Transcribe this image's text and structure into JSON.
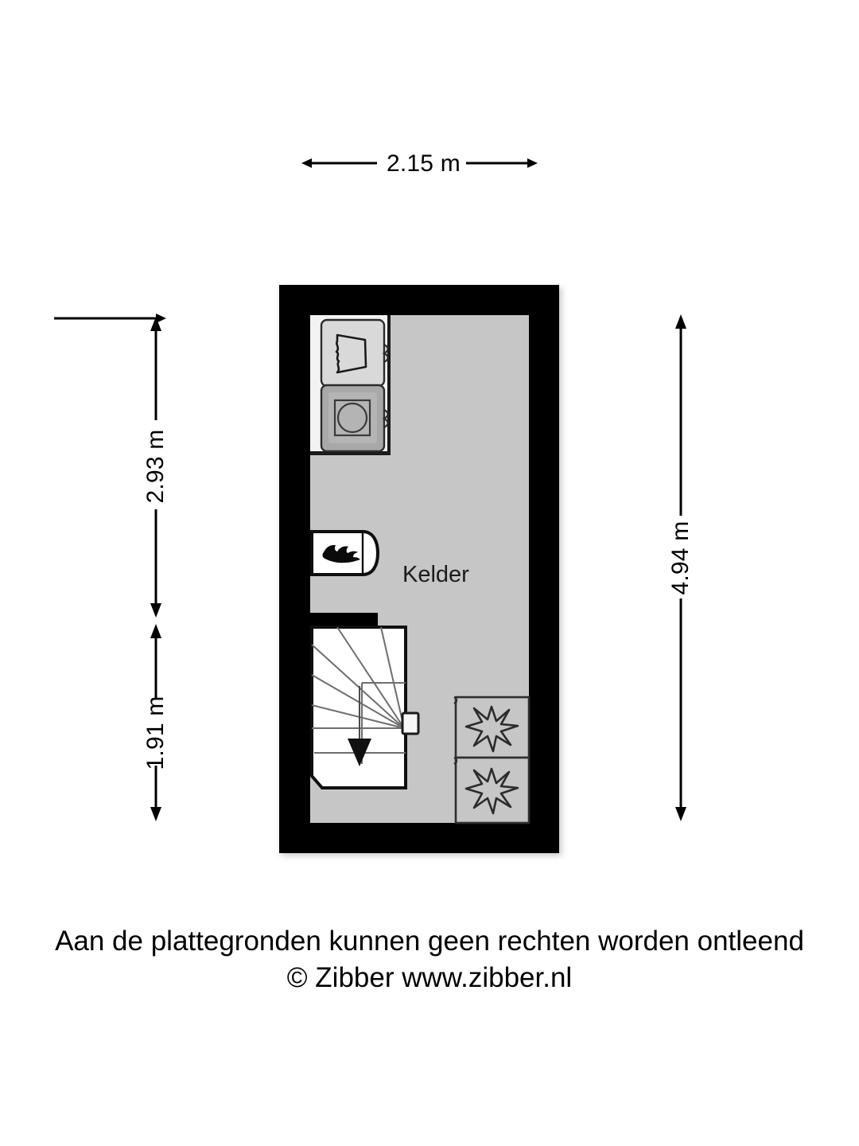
{
  "document": {
    "type": "floor-plan",
    "room_label": "Kelder",
    "background_color": "#ffffff"
  },
  "dimensions": {
    "top": {
      "value": "2.15 m",
      "orientation": "horizontal",
      "position": "top",
      "meaning": "interior width of cellar"
    },
    "left_upper": {
      "value": "2.93 m",
      "orientation": "vertical",
      "position": "left-upper",
      "meaning": "upper section depth"
    },
    "left_lower": {
      "value": "1.91 m",
      "orientation": "vertical",
      "position": "left-lower",
      "meaning": "lower section depth"
    },
    "right_total": {
      "value": "4.94 m",
      "orientation": "vertical",
      "position": "right",
      "meaning": "total depth of cellar"
    }
  },
  "rooms": [
    {
      "name": "Kelder",
      "label": "Kelder",
      "fill_color": "#c6c6c6"
    }
  ],
  "fixtures": [
    {
      "name": "washing-machine",
      "icon": "washing-machine-icon",
      "fill": "#d9d9d9"
    },
    {
      "name": "dryer",
      "icon": "dryer-drum-icon",
      "fill": "#a8a8a8"
    },
    {
      "name": "boiler",
      "icon": "flame-icon",
      "fill": "#ffffff"
    },
    {
      "name": "staircase",
      "icon": "stairs-down-icon",
      "fill": "#ffffff",
      "direction": "down"
    },
    {
      "name": "freezer-upper",
      "icon": "snowflake-icon",
      "fill": "#c6c6c6"
    },
    {
      "name": "freezer-lower",
      "icon": "snowflake-icon",
      "fill": "#c6c6c6"
    }
  ],
  "colors": {
    "wall": "#000000",
    "floor": "#c6c6c6",
    "fixture_light": "#d9d9d9",
    "fixture_mid": "#a8a8a8",
    "fixture_white": "#ffffff",
    "outline": "#2b2b2b",
    "text": "#000000"
  },
  "footer": {
    "disclaimer": "Aan de plattegronden kunnen geen rechten worden ontleend",
    "credit": "© Zibber www.zibber.nl"
  }
}
